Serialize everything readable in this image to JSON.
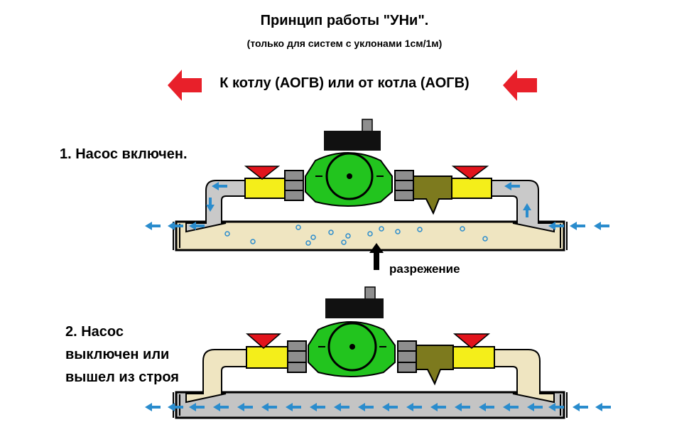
{
  "header": {
    "title": "Принцип работы \"УНи\".",
    "subtitle": "(только для систем с уклонами 1см/1м)",
    "direction_label": "К котлу (АОГВ) или от котла (АОГВ)"
  },
  "scenario_on": {
    "title": "1. Насос включен.",
    "vacuum_label": "разрежение"
  },
  "scenario_off": {
    "title_lines": [
      "2. Насос",
      "выключен или",
      "вышел из строя"
    ]
  },
  "colors": {
    "arrow_red": "#e8202a",
    "pump_green": "#22c41e",
    "pump_dark": "#111111",
    "valve_yellow": "#f4ee1a",
    "valve_red": "#e2141c",
    "filter_olive": "#7d7a1e",
    "fitting_gray": "#8e8e8e",
    "pipe_gray": "#c9c9c9",
    "pipe_beige": "#efe5c1",
    "flow_blue": "#2a8ccd",
    "collector_beige": "#efe5c1",
    "collector_gray": "#c4c4c4"
  }
}
